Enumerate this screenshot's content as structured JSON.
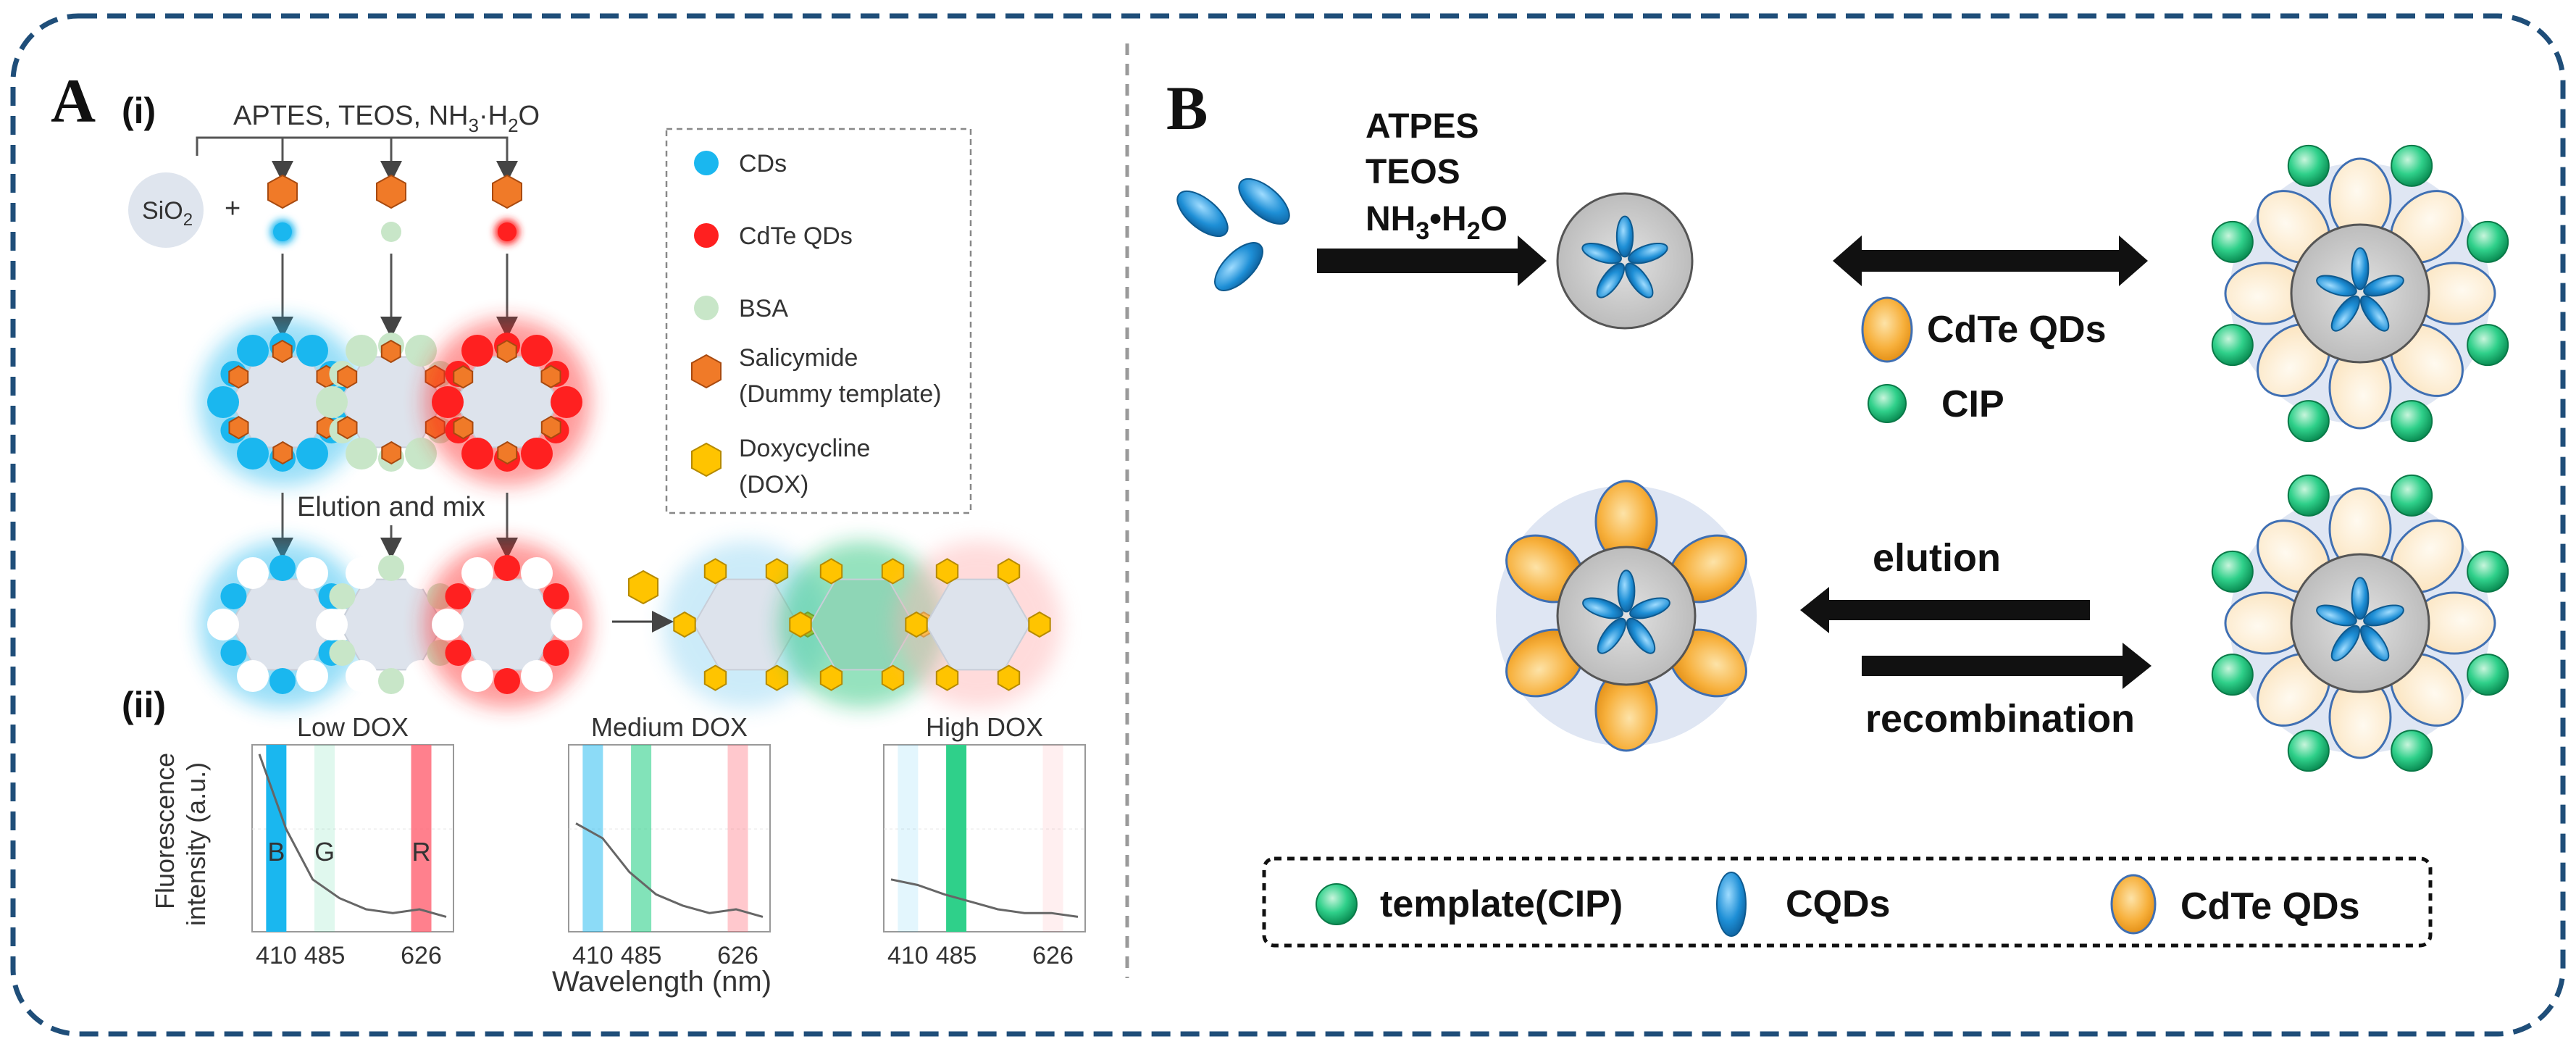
{
  "panel_a": {
    "label": "A",
    "sub_i": "(i)",
    "sub_ii": "(ii)",
    "reagents": "APTES, TEOS, NH",
    "reagents_sub": "3",
    "reagents_tail": "·H",
    "reagents_sub2": "2",
    "reagents_end": "O",
    "sio2": "SiO",
    "sio2_sub": "2",
    "plus": "+",
    "elution_mix": "Elution and mix",
    "legend": [
      {
        "label": "CDs",
        "color": "#1ab7ef"
      },
      {
        "label": "CdTe QDs",
        "color": "#ff2020"
      },
      {
        "label": "BSA",
        "color": "#bfe0bf"
      },
      {
        "label": "Salicymide",
        "label2": "(Dummy template)",
        "color": "#f07a28"
      },
      {
        "label": "Doxycycline",
        "label2": "(DOX)",
        "color": "#ffc400"
      }
    ],
    "spectra": [
      {
        "title": "Low DOX",
        "bands": [
          "B",
          "G",
          "R"
        ],
        "ticks": [
          "410",
          "485",
          "626"
        ]
      },
      {
        "title": "Medium DOX",
        "ticks": [
          "410",
          "485",
          "626"
        ]
      },
      {
        "title": "High DOX",
        "ticks": [
          "410",
          "485",
          "626"
        ]
      }
    ],
    "ylabel1": "Fluorescence",
    "ylabel2": "intensity (a.u.)",
    "xlabel": "Wavelength (nm)"
  },
  "panel_b": {
    "label": "B",
    "reagent1": "ATPES",
    "reagent2": "TEOS",
    "reagent3_main": "NH",
    "reagent3_sub": "3",
    "reagent3_mid": "•H",
    "reagent3_sub2": "2",
    "reagent3_end": "O",
    "cdte_label": "CdTe QDs",
    "cip_label": "CIP",
    "elution": "elution",
    "recombination": "recombination",
    "legend": [
      {
        "label": "template(CIP)"
      },
      {
        "label": "CQDs"
      },
      {
        "label": "CdTe QDs"
      }
    ]
  },
  "colors": {
    "frame": "#1f4e79",
    "cds_blue": "#1ab7ef",
    "cdte_red": "#ff2020",
    "cqd_blue": "#1e88c8",
    "cdte_orange": "#f5a623",
    "cip_green": "#1fc47a",
    "dox_yellow": "#ffc400",
    "salicymide_orange": "#f07a28"
  }
}
